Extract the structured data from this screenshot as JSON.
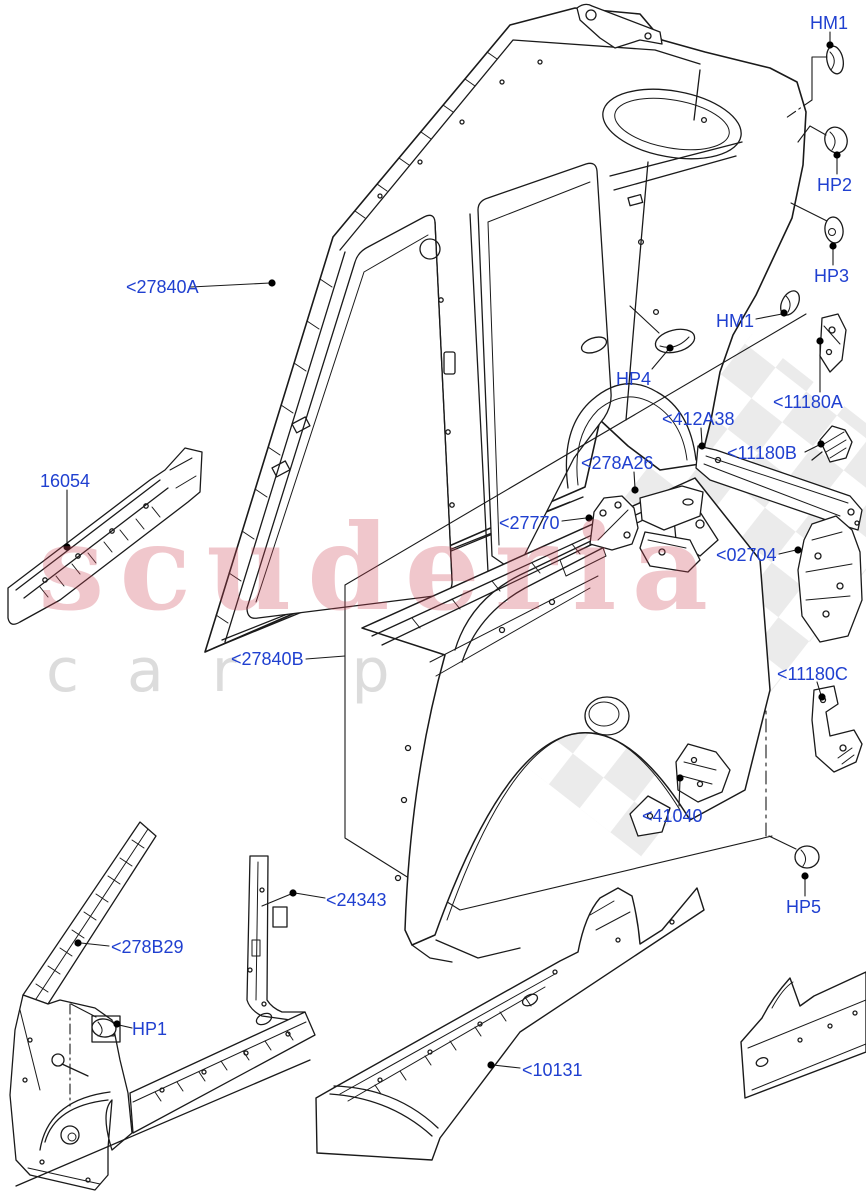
{
  "watermark": {
    "brand": "scuderia",
    "tagline": "car parts"
  },
  "colors": {
    "label_blue": "#2040d0",
    "line_black": "#1a1a1a",
    "watermark_pink": "#cd4655",
    "watermark_gray": "#dcdcdc",
    "checker_gray": "#e7e7e7"
  },
  "labels": {
    "hm1_top": "HM1",
    "hp2": "HP2",
    "hp3": "HP3",
    "hm1_mid": "HM1",
    "hp4": "HP4",
    "l11180a": "<11180A",
    "l412a38": "<412A38",
    "l11180b": "<11180B",
    "l278a26": "<278A26",
    "l27770": "<27770",
    "l02704": "<02704",
    "l11180c": "<11180C",
    "l16054": "16054",
    "l27840a": "<27840A",
    "l27840b": "<27840B",
    "l24343": "<24343",
    "l278b29": "<278B29",
    "hp1": "HP1",
    "l10131": "<10131",
    "l41040": "<41040",
    "hp5": "HP5"
  }
}
